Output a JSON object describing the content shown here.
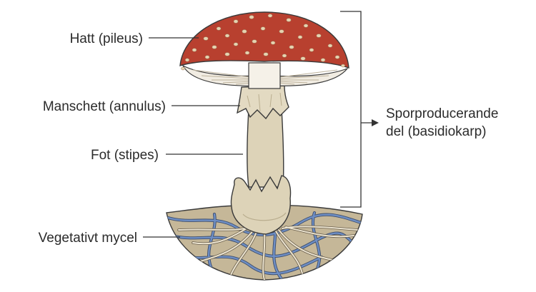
{
  "labels": {
    "cap": "Hatt (pileus)",
    "ring": "Manschett (annulus)",
    "stem": "Fot (stipes)",
    "mycelium": "Vegetativt mycel",
    "fruiting_body_line1": "Sporproducerande",
    "fruiting_body_line2": "del (basidiokarp)"
  },
  "colors": {
    "cap": "#b8402f",
    "cap_spots": "#e6d3b0",
    "gills": "#f1ece2",
    "stem": "#ddd3b8",
    "soil": "#c5b798",
    "hyphae_blue": "#5f7fb3",
    "hyphae_light": "#ece4d0",
    "outline": "#3a3a3a"
  }
}
